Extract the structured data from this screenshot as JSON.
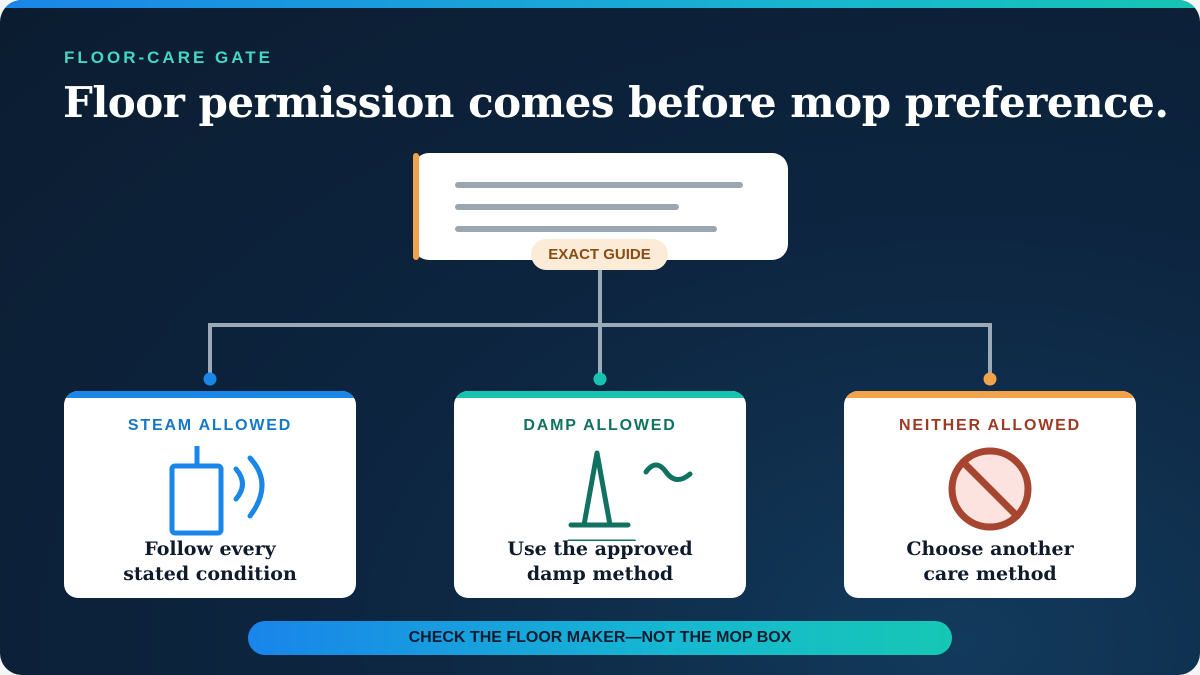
{
  "header": {
    "eyebrow": "FLOOR-CARE GATE",
    "title": "Floor permission comes before mop preference."
  },
  "guide": {
    "badge": "EXACT GUIDE",
    "accent_color": "#f2a24a"
  },
  "outcomes": [
    {
      "label": "STEAM ALLOWED",
      "text_line1": "Follow every",
      "text_line2": "stated condition",
      "color": "#1a86e8",
      "label_color": "#1578c6",
      "icon": "steam-mop-icon"
    },
    {
      "label": "DAMP ALLOWED",
      "text_line1": "Use the approved",
      "text_line2": "damp method",
      "color": "#18c2b0",
      "label_color": "#117262",
      "icon": "damp-mop-icon"
    },
    {
      "label": "NEITHER ALLOWED",
      "text_line1": "Choose another",
      "text_line2": "care method",
      "color": "#f2a24a",
      "label_color": "#9c3a24",
      "icon": "prohibited-icon"
    }
  ],
  "footer": {
    "text": "CHECK THE FLOOR MAKER—NOT THE MOP BOX"
  }
}
